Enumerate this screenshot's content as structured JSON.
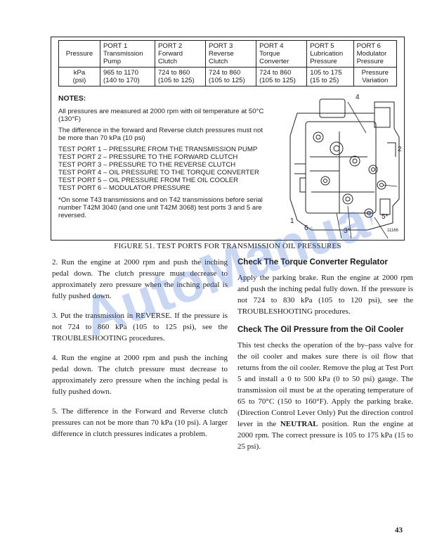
{
  "table": {
    "header": [
      "Pressure",
      "PORT 1\nTransmission\nPump",
      "PORT 2\nForward\nClutch",
      "PORT 3\nReverse\nClutch",
      "PORT 4\nTorque\nConverter",
      "PORT 5\nLubrication\nPressure",
      "PORT 6\nModulator\nPressure"
    ],
    "row": [
      "kPa\n(psi)",
      "965 to 1170\n(140 to 170)",
      "724 to 860\n(105 to 125)",
      "724 to 860\n(105 to 125)",
      "724 to 860\n(105 to 125)",
      "105 to 175\n(15 to 25)",
      "Pressure\nVariation"
    ]
  },
  "notes": {
    "title": "NOTES:",
    "para1": "All pressures are measured at 2000 rpm with oil  temperature at 50°C (130°F)",
    "para2": "The difference in the forward and Reverse clutch  pressures must not be more than 70 kPa (10 psi)",
    "test_ports": [
      "TEST PORT 1 – PRESSURE FROM THE TRANSMISSION PUMP",
      "TEST PORT 2 – PRESSURE TO THE FORWARD CLUTCH",
      "TEST PORT 3 – PRESSURE TO THE REVERSE CLUTCH",
      "TEST PORT 4 – OIL PRESSURE TO THE TORQUE CONVERTER",
      "TEST PORT 5 – OIL PRESSURE FROM THE OIL COOLER",
      "TEST PORT 6 – MODULATOR PRESSURE"
    ],
    "footnote": "*On some T43 transmissions and on T42 transmissions before serial number T42M 3040 (and one unit T42M 3068) test ports 3 and 5 are reversed."
  },
  "callouts": {
    "c4": "4",
    "c2": "2",
    "c1": "1",
    "c6": "6",
    "c3": "3*",
    "c5": "5*",
    "figid": "11166"
  },
  "caption": "FIGURE 51. TEST PORTS FOR TRANSMISSION OIL PRESSURES",
  "left_col": {
    "p2": "2. Run the engine at 2000 rpm and push the inching pedal down. The clutch pressure must decrease to approximately zero pressure when the inching pedal is fully pushed down.",
    "p3": "3. Put the transmission in REVERSE. If the pressure is not 724 to 860 kPa (105 to 125 psi), see the TROUBLESHOOTING procedures.",
    "p4": "4. Run the engine at 2000 rpm and push the inching pedal down. The clutch pressure must decrease to approximately zero pressure when the inching pedal is fully pushed down.",
    "p5": "5. The difference in the Forward and Reverse clutch pressures can not be more than 70 kPa (10 psi). A larger difference in clutch pressures indicates a problem."
  },
  "right_col": {
    "h1": "Check The Torque Converter Regulator",
    "p1": "Apply the parking brake. Run the engine at 2000 rpm and push the inching pedal fully down. If the pressure is not 724 to 830 kPa (105 to 120 psi), see the TROUBLESHOOTING procedures.",
    "h2": "Check The Oil Pressure from the Oil Cooler",
    "p2a": "This test checks the operation of the by–pass valve for the oil cooler and makes sure there is oil flow that returns from the oil cooler. Remove the plug at Test Port 5 and install a 0 to 500 kPa (0 to 50 psi) gauge. The transmission oil must be at the operating temperature of 65 to 70°C (150 to 160°F). Apply the parking brake. (Direction Control Lever Only) Put the direction control lever in the ",
    "p2b": "NEUTRAL",
    "p2c": " position. Run the engine at 2000 rpm. The correct pressure is 105 to 175 kPa (15 to 25 psi)."
  },
  "watermark": "AutoManual",
  "page_number": "43"
}
